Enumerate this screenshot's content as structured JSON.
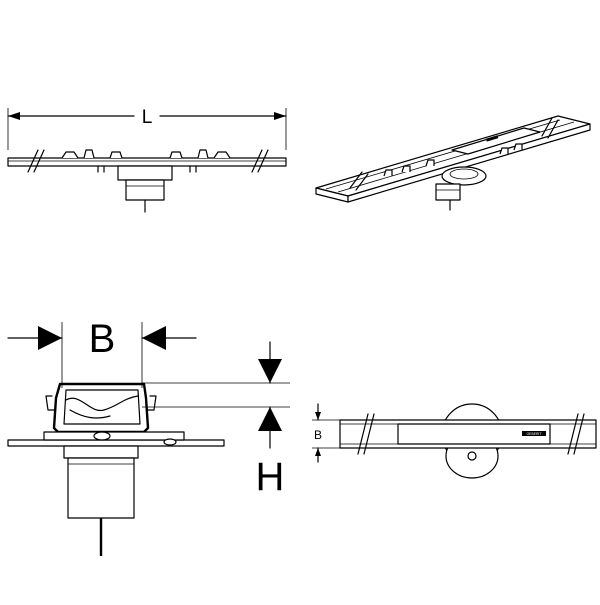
{
  "labels": {
    "length": "L",
    "width_large": "B",
    "height": "H",
    "width_small": "B"
  },
  "brand_mark": "GEBERIT",
  "colors": {
    "line": "#000000",
    "background": "#ffffff"
  }
}
